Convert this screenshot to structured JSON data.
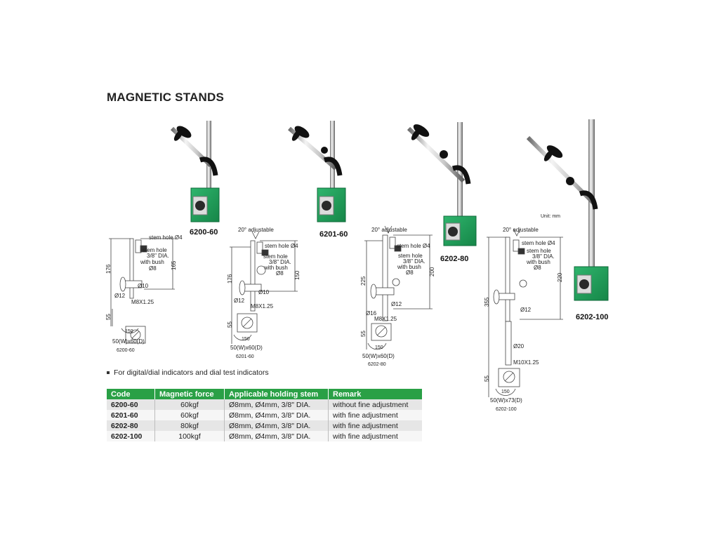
{
  "title": "MAGNETIC STANDS",
  "unit_label": "Unit: mm",
  "models": [
    {
      "code": "6200-60"
    },
    {
      "code": "6201-60"
    },
    {
      "code": "6202-80"
    },
    {
      "code": "6202-100"
    }
  ],
  "drawings": {
    "d1": {
      "stem_hole": "stem hole Ø4",
      "stem_hole2": "stem  hole",
      "dia": "3/8\" DIA.",
      "bush": "with bush",
      "d8": "Ø8",
      "h176": "176",
      "h165": "165",
      "d10": "Ø10",
      "d12": "Ø12",
      "thread": "M8X1.25",
      "h55": "55",
      "w150": "150",
      "base": "50(W)x60(D)",
      "code": "6200-60"
    },
    "d2": {
      "adjust": "20° adjustable",
      "stem_hole": "stem hole Ø4",
      "stem_hole2": "stem  hole",
      "dia": "3/8\" DIA.",
      "bush": "with bush",
      "d8": "Ø8",
      "h176": "176",
      "h150": "150",
      "d10": "Ø10",
      "d12": "Ø12",
      "thread": "M8X1.25",
      "h55": "55",
      "w150": "150",
      "base": "50(W)x60(D)",
      "code": "6201-60"
    },
    "d3": {
      "adjust": "20° adjustable",
      "stem_hole": "stem hole Ø4",
      "stem_hole2": "stem  hole",
      "dia": "3/8\" DIA.",
      "bush": "with bush",
      "d8": "Ø8",
      "h225": "225",
      "h200": "200",
      "d12": "Ø12",
      "d16": "Ø16",
      "thread": "M8X1.25",
      "h55": "55",
      "w150": "150",
      "base": "50(W)x60(D)",
      "code": "6202-80"
    },
    "d4": {
      "adjust": "20° adjustable",
      "stem_hole": "stem hole Ø4",
      "stem_hole2": "stem  hole",
      "dia": "3/8\" DIA.",
      "bush": "with bush",
      "d8": "Ø8",
      "h355": "355",
      "h220": "220",
      "d12": "Ø12",
      "d20": "Ø20",
      "thread": "M10X1.25",
      "h55": "55",
      "w150": "150",
      "base": "50(W)x73(D)",
      "code": "6202-100"
    }
  },
  "note": "For digital/dial indicators and dial test indicators",
  "table": {
    "headers": [
      "Code",
      "Magnetic force",
      "Applicable holding stem",
      "Remark"
    ],
    "rows": [
      {
        "code": "6200-60",
        "force": "60kgf",
        "stem": "Ø8mm, Ø4mm, 3/8\" DIA.",
        "remark": "without fine adjustment"
      },
      {
        "code": "6201-60",
        "force": "60kgf",
        "stem": "Ø8mm, Ø4mm, 3/8\" DIA.",
        "remark": "with fine adjustment"
      },
      {
        "code": "6202-80",
        "force": "80kgf",
        "stem": "Ø8mm, Ø4mm, 3/8\" DIA.",
        "remark": "with fine adjustment"
      },
      {
        "code": "6202-100",
        "force": "100kgf",
        "stem": "Ø8mm, Ø4mm, 3/8\" DIA.",
        "remark": "with fine adjustment"
      }
    ]
  },
  "colors": {
    "accent_green": "#2aa046",
    "magnet_green": "#1f9a5a"
  }
}
